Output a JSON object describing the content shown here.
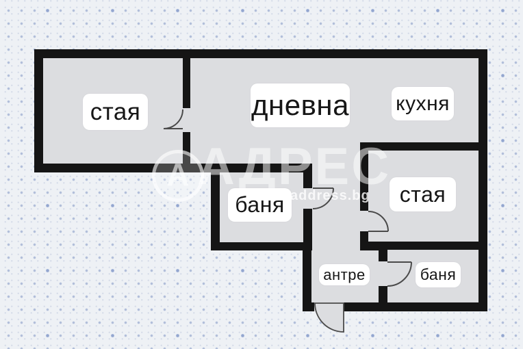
{
  "page": {
    "background_color": "#eef1f5",
    "dot_color": "#b9c3d6"
  },
  "plan": {
    "wall_color": "#151515",
    "room_fill": "#dcdde0",
    "label_background": "#ffffff",
    "door_stroke": "#4a4a4a",
    "rooms": [
      {
        "id": "room-left",
        "label": "стая"
      },
      {
        "id": "living-room",
        "label": "дневна"
      },
      {
        "id": "kitchen",
        "label": "кухня"
      },
      {
        "id": "bath-middle",
        "label": "баня"
      },
      {
        "id": "room-right",
        "label": "стая"
      },
      {
        "id": "hallway",
        "label": "антре"
      },
      {
        "id": "bath-right",
        "label": "баня"
      }
    ]
  },
  "watermark": {
    "logo_letter": "А",
    "brand": "АДРЕС",
    "website": "address.bg"
  }
}
